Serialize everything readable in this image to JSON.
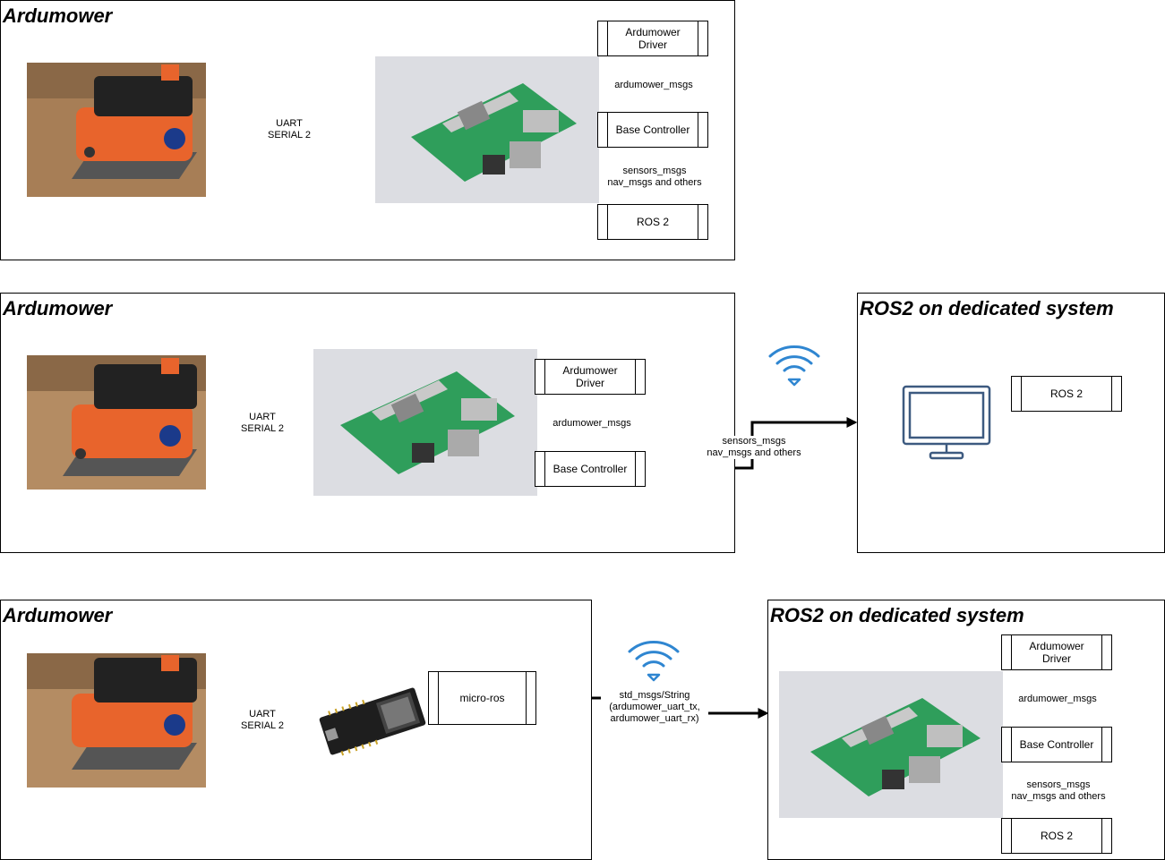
{
  "colors": {
    "wifi": "#2f86d1",
    "monitor": "#3d5a80",
    "pcb": "#2f9e5b",
    "mower": "#e8642c"
  },
  "panel1": {
    "title": "Ardumower",
    "uart_label": "UART\nSERIAL 2",
    "driver": "Ardumower\nDriver",
    "msg1": "ardumower_msgs",
    "base": "Base Controller",
    "msg2": "sensors_msgs\nnav_msgs and others",
    "ros": "ROS 2"
  },
  "panel2": {
    "title": "Ardumower",
    "uart_label": "UART\nSERIAL 2",
    "driver": "Ardumower\nDriver",
    "msg1": "ardumower_msgs",
    "base": "Base Controller",
    "link_label": "sensors_msgs\nnav_msgs and others",
    "icons": [
      "wifi-icon",
      "monitor-icon"
    ]
  },
  "panel2_remote": {
    "title": "ROS2 on dedicated system",
    "ros": "ROS 2"
  },
  "panel3": {
    "title": "Ardumower",
    "uart_label": "UART\nSERIAL 2",
    "microros": "micro-ros",
    "link_label": "std_msgs/String\n(ardumower_uart_tx,\nardumower_uart_rx)",
    "icons": [
      "wifi-icon",
      "esp32-board-icon"
    ]
  },
  "panel3_remote": {
    "title": "ROS2 on dedicated system",
    "driver": "Ardumower\nDriver",
    "msg1": "ardumower_msgs",
    "base": "Base Controller",
    "msg2": "sensors_msgs\nnav_msgs and others",
    "ros": "ROS 2"
  }
}
